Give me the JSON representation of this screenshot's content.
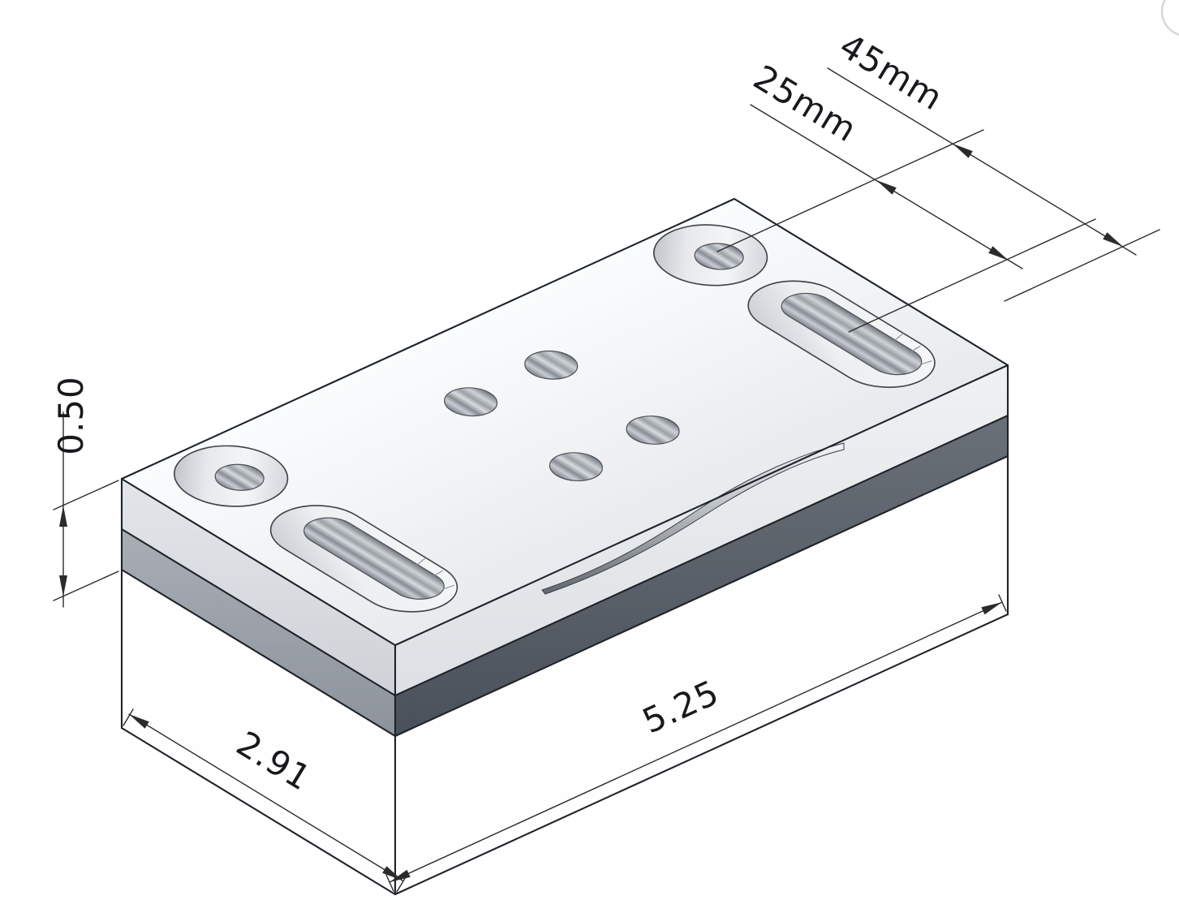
{
  "page": {
    "background_color": "#ffffff"
  },
  "drawing": {
    "kind": "isometric-cad-view",
    "colors": {
      "outline": "#1f2329",
      "top_plate": "#eef0f3",
      "plate_side_left": "#d9dde2",
      "plate_side_front": "#e9ecef",
      "dark_layer_front": "#565c64",
      "dark_layer_left": "#9aa0a7",
      "base_block": "#fefefe",
      "dimension_ink": "#2b2b2b"
    }
  },
  "dims": {
    "d45": "45mm",
    "d25": "25mm",
    "thickness": "0.50",
    "width": "2.91",
    "length": "5.25"
  }
}
